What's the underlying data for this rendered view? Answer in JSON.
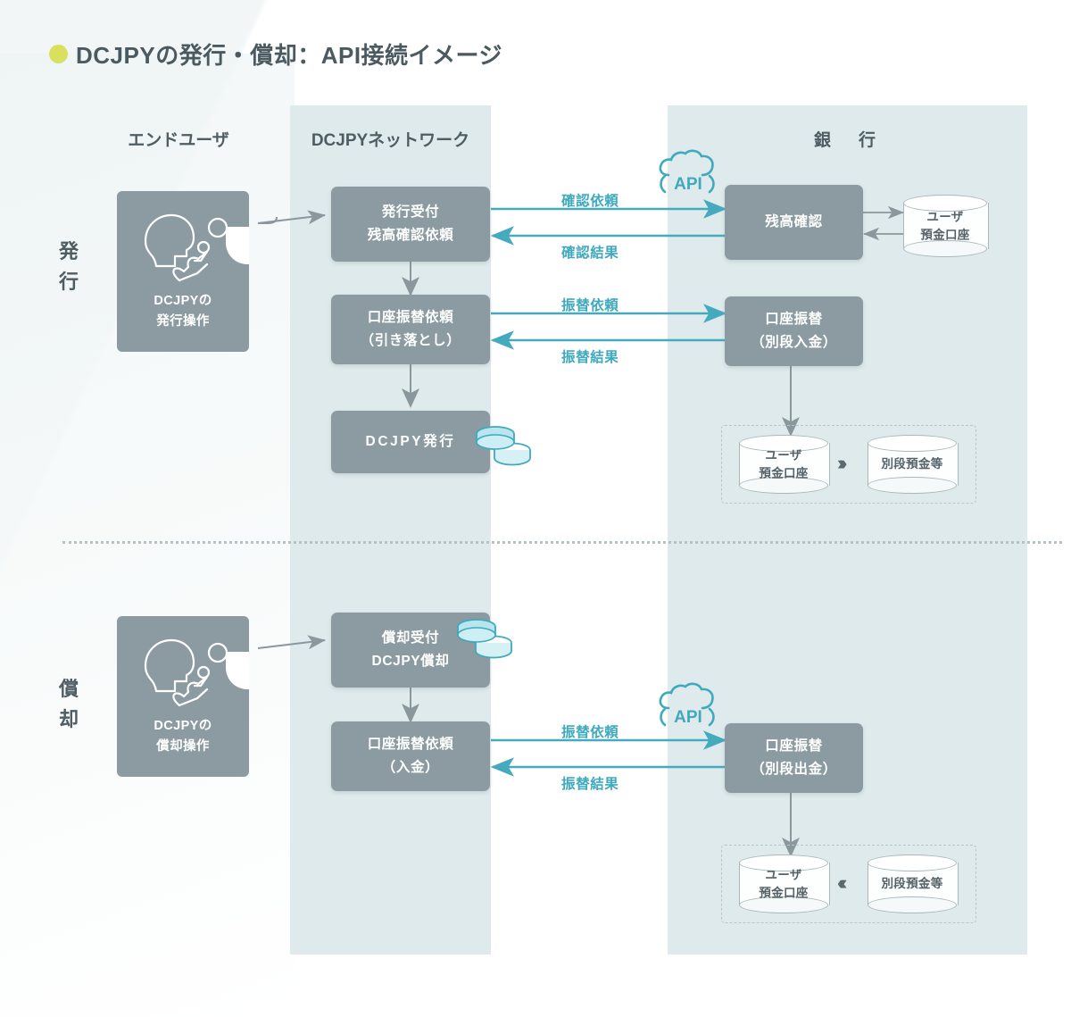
{
  "title": {
    "text": "DCJPYの発行・償却：API接続イメージ",
    "bullet_color": "#d9e05e",
    "text_color": "#4a5a60"
  },
  "colors": {
    "band": "#dfeaec",
    "box": "#8b9ba1",
    "accent_teal": "#3fa9bd",
    "arrow_teal": "#45aabd",
    "arrow_gray": "#8a979d",
    "text_dark": "#4e5d63"
  },
  "columns": [
    {
      "id": "end-user",
      "label": "エンドユーザ"
    },
    {
      "id": "dcjpy-network",
      "label": "DCJPYネットワーク"
    },
    {
      "id": "bank",
      "label": "銀　行"
    }
  ],
  "rows": [
    {
      "id": "issue",
      "label_chars": [
        "発",
        "行"
      ]
    },
    {
      "id": "redeem",
      "label_chars": [
        "償",
        "却"
      ]
    }
  ],
  "issue": {
    "user_card": {
      "caption_line1": "DCJPYの",
      "caption_line2": "発行操作",
      "icon": "user-head-tap-icon"
    },
    "network_boxes": [
      {
        "id": "issue-reception",
        "line1": "発行受付",
        "line2": "残高確認依頼"
      },
      {
        "id": "debit-request",
        "line1": "口座振替依頼",
        "line2": "（引き落とし）"
      },
      {
        "id": "dcjpy-issue",
        "line1": "DCJPY発行",
        "line2": "",
        "coins": true
      }
    ],
    "bank_boxes": [
      {
        "id": "balance-check",
        "line1": "残高確認",
        "line2": ""
      },
      {
        "id": "account-transfer-in",
        "line1": "口座振替",
        "line2": "（別段入金）"
      }
    ],
    "flows": [
      {
        "id": "confirm-request",
        "label": "確認依頼",
        "direction": "right"
      },
      {
        "id": "confirm-result",
        "label": "確認結果",
        "direction": "left"
      },
      {
        "id": "transfer-request",
        "label": "振替依頼",
        "direction": "right"
      },
      {
        "id": "transfer-result",
        "label": "振替結果",
        "direction": "left"
      }
    ],
    "api_badge": "API",
    "top_cylinder": {
      "line1": "ユーザ",
      "line2": "預金口座"
    },
    "dash_group": {
      "left_cylinder": {
        "line1": "ユーザ",
        "line2": "預金口座"
      },
      "right_cylinder": {
        "line1": "別段預金等",
        "line2": ""
      },
      "chevron_direction": "right",
      "chevron_glyph": "›"
    }
  },
  "redeem": {
    "user_card": {
      "caption_line1": "DCJPYの",
      "caption_line2": "償却操作",
      "icon": "user-head-tap-icon"
    },
    "network_boxes": [
      {
        "id": "redeem-reception",
        "line1": "償却受付",
        "line2": "DCJPY償却",
        "coins": true
      },
      {
        "id": "credit-request",
        "line1": "口座振替依頼",
        "line2": "（入金）"
      }
    ],
    "bank_boxes": [
      {
        "id": "account-transfer-out",
        "line1": "口座振替",
        "line2": "（別段出金）"
      }
    ],
    "flows": [
      {
        "id": "transfer-request",
        "label": "振替依頼",
        "direction": "right"
      },
      {
        "id": "transfer-result",
        "label": "振替結果",
        "direction": "left"
      }
    ],
    "api_badge": "API",
    "dash_group": {
      "left_cylinder": {
        "line1": "ユーザ",
        "line2": "預金口座"
      },
      "right_cylinder": {
        "line1": "別段預金等",
        "line2": ""
      },
      "chevron_direction": "left",
      "chevron_glyph": "‹"
    }
  }
}
